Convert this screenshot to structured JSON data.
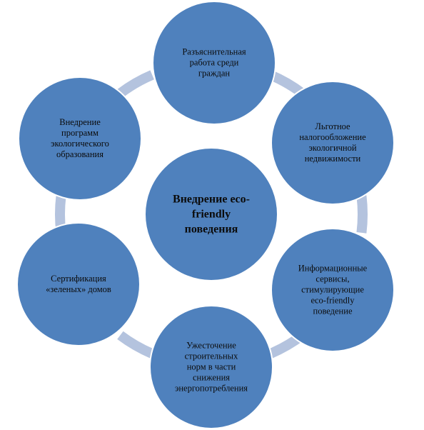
{
  "diagram": {
    "colors": {
      "node_fill": "#4f81bd",
      "node_stroke": "#ffffff",
      "connector": "#b4c3de",
      "text": "#0b0b0b"
    },
    "center": {
      "label": "Внедрение eco-\nfriendly\nповедения"
    },
    "nodes": [
      {
        "id": "top",
        "label": "Разъяснительная\nработа среди\nграждан"
      },
      {
        "id": "upper-right",
        "label": "Льготное\nналогообложение\nэкологичной\nнедвижимости"
      },
      {
        "id": "lower-right",
        "label": "Информационные\nсервисы,\nстимулирующие\neco-friendly\nповедение"
      },
      {
        "id": "bottom",
        "label": "Ужесточение\nстроительных\nнорм в части\nснижения\nэнергопотребления"
      },
      {
        "id": "lower-left",
        "label": "Сертификация\n«зеленых» домов"
      },
      {
        "id": "upper-left",
        "label": "Внедрение\nпрограмм\nэкологического\nобразования"
      }
    ]
  }
}
